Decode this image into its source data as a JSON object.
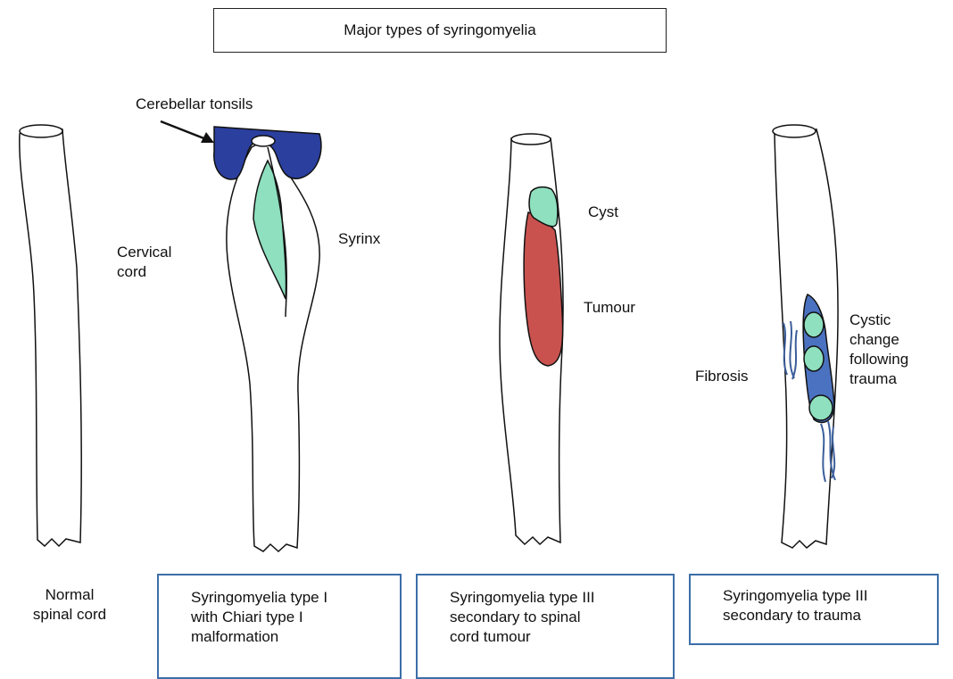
{
  "title": "Major types of syringomyelia",
  "labels": {
    "cerebellar_tonsils": "Cerebellar tonsils",
    "cervical_cord": "Cervical\ncord",
    "syrinx": "Syrinx",
    "cyst": "Cyst",
    "tumour": "Tumour",
    "fibrosis": "Fibrosis",
    "cystic_change": "Cystic\nchange\nfollowing\ntrauma"
  },
  "captions": {
    "normal": "Normal\nspinal cord",
    "type1": "Syringomyelia type I\nwith Chiari type I\nmalformation",
    "type3_tumour": "Syringomyelia type III\nsecondary to spinal\ncord tumour",
    "type3_trauma": "Syringomyelia type III\nsecondary to trauma"
  },
  "colors": {
    "tonsils": "#2b3f9e",
    "syrinx": "#8ee0bf",
    "tumour": "#c9524f",
    "trauma_cavity": "#4b72c0",
    "fibrosis": "#3c5f9b",
    "caption_border": "#3c6ea8"
  }
}
